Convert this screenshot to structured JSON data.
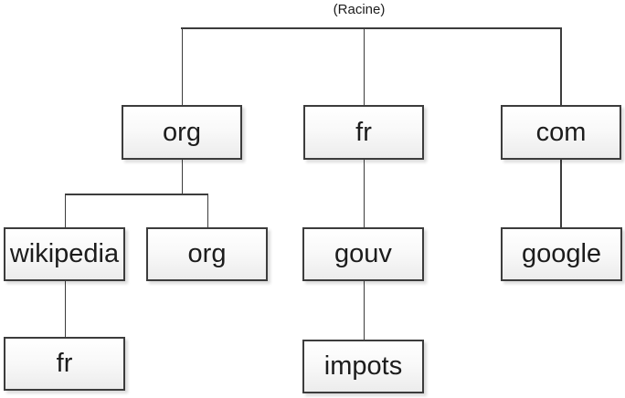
{
  "diagram": {
    "root_label": "(Racine)",
    "nodes": {
      "org_tld": {
        "label": "org"
      },
      "fr_tld": {
        "label": "fr"
      },
      "com_tld": {
        "label": "com"
      },
      "wikipedia": {
        "label": "wikipedia"
      },
      "org_sub": {
        "label": "org"
      },
      "gouv": {
        "label": "gouv"
      },
      "google": {
        "label": "google"
      },
      "fr_leaf": {
        "label": "fr"
      },
      "impots": {
        "label": "impots"
      }
    },
    "hierarchy": {
      "label": "(Racine)",
      "children": [
        {
          "label": "org",
          "children": [
            {
              "label": "wikipedia",
              "children": [
                {
                  "label": "fr",
                  "children": []
                }
              ]
            },
            {
              "label": "org",
              "children": []
            }
          ]
        },
        {
          "label": "fr",
          "children": [
            {
              "label": "gouv",
              "children": [
                {
                  "label": "impots",
                  "children": []
                }
              ]
            }
          ]
        },
        {
          "label": "com",
          "children": [
            {
              "label": "google",
              "children": []
            }
          ]
        }
      ]
    },
    "colors": {
      "background": "#ffffff",
      "box_border": "#3c3c3c",
      "box_fill_top": "#ffffff",
      "box_fill_bottom": "#ececec",
      "line": "#3c3c3c",
      "text": "#1c1c1c"
    }
  }
}
